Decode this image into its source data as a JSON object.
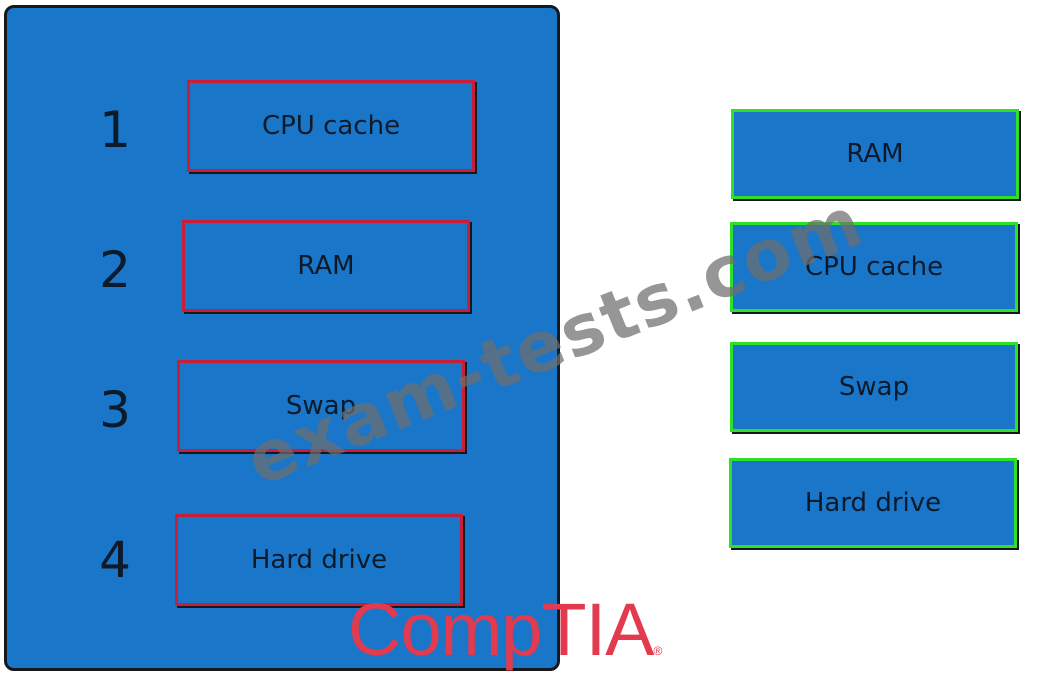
{
  "answer_slots": [
    {
      "number": "1",
      "label": "CPU cache"
    },
    {
      "number": "2",
      "label": "RAM"
    },
    {
      "number": "3",
      "label": "Swap"
    },
    {
      "number": "4",
      "label": "Hard drive"
    }
  ],
  "options": [
    {
      "label": "RAM"
    },
    {
      "label": "CPU cache"
    },
    {
      "label": "Swap"
    },
    {
      "label": "Hard drive"
    }
  ],
  "watermark": "exam-tests.com",
  "logo": {
    "text": "CompTIA",
    "reg_mark": "®"
  },
  "colors": {
    "panel_blue": "#1a76c8",
    "slot_border_red": "#c81e3a",
    "option_border_green": "#2ee02a",
    "logo_red": "#e23a4e"
  }
}
